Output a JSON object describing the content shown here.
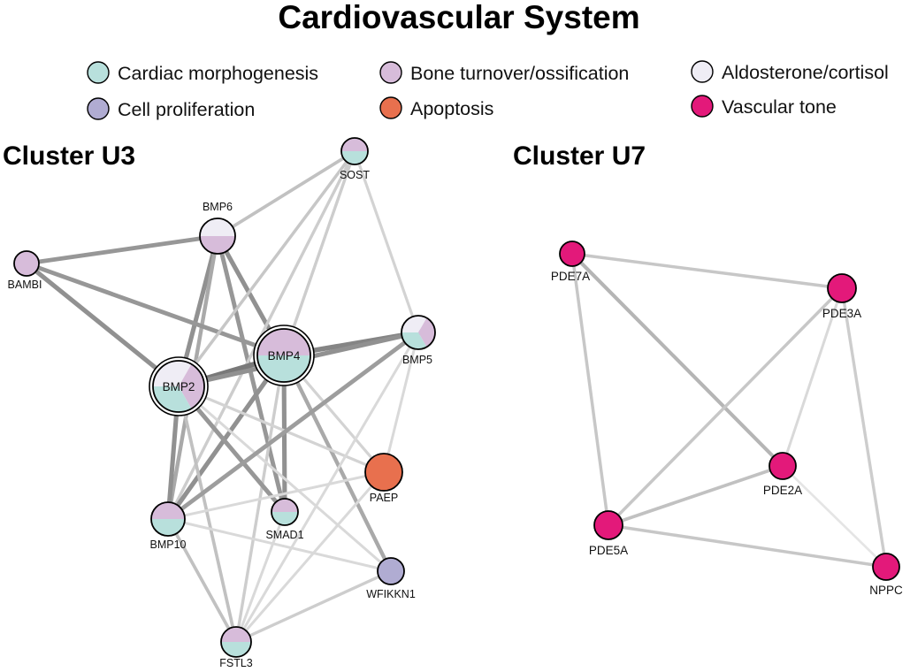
{
  "title": "Cardiovascular System",
  "legend": [
    {
      "key": "cardiac",
      "label": "Cardiac morphogenesis",
      "color": "#b8e0dc"
    },
    {
      "key": "prolif",
      "label": "Cell proliferation",
      "color": "#b0acd2"
    },
    {
      "key": "bone",
      "label": "Bone turnover/ossification",
      "color": "#d7bcda"
    },
    {
      "key": "apoptosis",
      "label": "Apoptosis",
      "color": "#e8704e"
    },
    {
      "key": "aldo",
      "label": "Aldosterone/cortisol",
      "color": "#efedf5"
    },
    {
      "key": "vascular",
      "label": "Vascular tone",
      "color": "#e3197a"
    }
  ],
  "clusters": [
    {
      "id": "U3",
      "title": "Cluster U3",
      "nodes": [
        {
          "id": "SOST",
          "label": "SOST",
          "categories": [
            "bone",
            "cardiac"
          ]
        },
        {
          "id": "BMP6",
          "label": "BMP6",
          "categories": [
            "aldo",
            "bone"
          ]
        },
        {
          "id": "BAMBI",
          "label": "BAMBI",
          "categories": [
            "bone"
          ]
        },
        {
          "id": "BMP4",
          "label": "BMP4",
          "categories": [
            "bone",
            "cardiac"
          ]
        },
        {
          "id": "BMP5",
          "label": "BMP5",
          "categories": [
            "aldo",
            "bone",
            "cardiac"
          ]
        },
        {
          "id": "BMP2",
          "label": "BMP2",
          "categories": [
            "aldo",
            "bone",
            "cardiac"
          ]
        },
        {
          "id": "PAEP",
          "label": "PAEP",
          "categories": [
            "apoptosis"
          ]
        },
        {
          "id": "BMP10",
          "label": "BMP10",
          "categories": [
            "bone",
            "cardiac"
          ]
        },
        {
          "id": "SMAD1",
          "label": "SMAD1",
          "categories": [
            "bone",
            "cardiac"
          ]
        },
        {
          "id": "WFIKKN1",
          "label": "WFIKKN1",
          "categories": [
            "prolif"
          ]
        },
        {
          "id": "FSTL3",
          "label": "FSTL3",
          "categories": [
            "bone",
            "cardiac"
          ]
        }
      ],
      "edges": [
        {
          "s": "BMP6",
          "t": "BAMBI",
          "w": 0.7
        },
        {
          "s": "BMP6",
          "t": "BMP2",
          "w": 0.75
        },
        {
          "s": "BMP6",
          "t": "BMP4",
          "w": 0.75
        },
        {
          "s": "BMP6",
          "t": "SMAD1",
          "w": 0.7
        },
        {
          "s": "BMP6",
          "t": "BMP10",
          "w": 0.55
        },
        {
          "s": "BMP6",
          "t": "SOST",
          "w": 0.35
        },
        {
          "s": "BAMBI",
          "t": "BMP2",
          "w": 0.75
        },
        {
          "s": "BAMBI",
          "t": "BMP4",
          "w": 0.7
        },
        {
          "s": "SOST",
          "t": "BMP2",
          "w": 0.3
        },
        {
          "s": "SOST",
          "t": "BMP4",
          "w": 0.25
        },
        {
          "s": "SOST",
          "t": "BMP5",
          "w": 0.2
        },
        {
          "s": "SOST",
          "t": "BMP10",
          "w": 0.25
        },
        {
          "s": "BMP4",
          "t": "BMP2",
          "w": 0.95
        },
        {
          "s": "BMP4",
          "t": "BMP5",
          "w": 0.85
        },
        {
          "s": "BMP4",
          "t": "BMP10",
          "w": 0.75
        },
        {
          "s": "BMP4",
          "t": "SMAD1",
          "w": 0.75
        },
        {
          "s": "BMP4",
          "t": "WFIKKN1",
          "w": 0.55
        },
        {
          "s": "BMP4",
          "t": "PAEP",
          "w": 0.2
        },
        {
          "s": "BMP4",
          "t": "FSTL3",
          "w": 0.25
        },
        {
          "s": "BMP2",
          "t": "BMP5",
          "w": 0.75
        },
        {
          "s": "BMP2",
          "t": "BMP10",
          "w": 0.75
        },
        {
          "s": "BMP2",
          "t": "SMAD1",
          "w": 0.7
        },
        {
          "s": "BMP2",
          "t": "PAEP",
          "w": 0.2
        },
        {
          "s": "BMP2",
          "t": "WFIKKN1",
          "w": 0.15
        },
        {
          "s": "BMP2",
          "t": "FSTL3",
          "w": 0.35
        },
        {
          "s": "BMP5",
          "t": "BMP10",
          "w": 0.65
        },
        {
          "s": "BMP5",
          "t": "PAEP",
          "w": 0.15
        },
        {
          "s": "BMP5",
          "t": "FSTL3",
          "w": 0.15
        },
        {
          "s": "BMP10",
          "t": "FSTL3",
          "w": 0.35
        },
        {
          "s": "BMP10",
          "t": "WFIKKN1",
          "w": 0.15
        },
        {
          "s": "BMP10",
          "t": "PAEP",
          "w": 0.15
        },
        {
          "s": "SMAD1",
          "t": "FSTL3",
          "w": 0.15
        },
        {
          "s": "FSTL3",
          "t": "WFIKKN1",
          "w": 0.25
        },
        {
          "s": "FSTL3",
          "t": "PAEP",
          "w": 0.15
        }
      ]
    },
    {
      "id": "U7",
      "title": "Cluster U7",
      "nodes": [
        {
          "id": "PDE7A",
          "label": "PDE7A",
          "categories": [
            "vascular"
          ]
        },
        {
          "id": "PDE3A",
          "label": "PDE3A",
          "categories": [
            "vascular"
          ]
        },
        {
          "id": "PDE2A",
          "label": "PDE2A",
          "categories": [
            "vascular"
          ]
        },
        {
          "id": "PDE5A",
          "label": "PDE5A",
          "categories": [
            "vascular"
          ]
        },
        {
          "id": "NPPC",
          "label": "NPPC",
          "categories": [
            "vascular"
          ]
        }
      ],
      "edges": [
        {
          "s": "PDE7A",
          "t": "PDE3A",
          "w": 0.3
        },
        {
          "s": "PDE7A",
          "t": "PDE2A",
          "w": 0.45
        },
        {
          "s": "PDE7A",
          "t": "PDE5A",
          "w": 0.3
        },
        {
          "s": "PDE3A",
          "t": "PDE5A",
          "w": 0.3
        },
        {
          "s": "PDE3A",
          "t": "PDE2A",
          "w": 0.15
        },
        {
          "s": "PDE3A",
          "t": "NPPC",
          "w": 0.25
        },
        {
          "s": "PDE5A",
          "t": "PDE2A",
          "w": 0.35
        },
        {
          "s": "PDE5A",
          "t": "NPPC",
          "w": 0.3
        },
        {
          "s": "PDE2A",
          "t": "NPPC",
          "w": 0.05
        }
      ]
    }
  ]
}
